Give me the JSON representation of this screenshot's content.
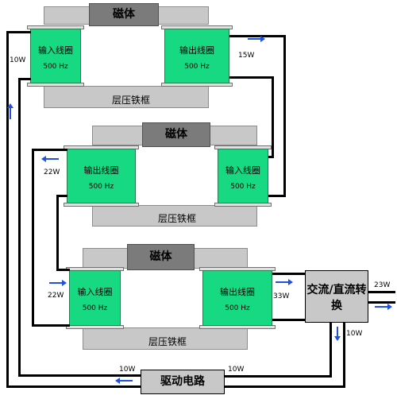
{
  "magnet_label": "磁体",
  "frame_label": "层压铁框",
  "coils": {
    "input_name": "输入线圈",
    "output_name": "输出线圈",
    "freq": "500 Hz"
  },
  "converter_label": "交流/直流转换",
  "driver_label": "驱动电路",
  "power": {
    "w10_left": "10W",
    "w15": "15W",
    "w22_mid": "22W",
    "w22_bottom": "22W",
    "w33": "33W",
    "w23": "23W",
    "w10_converter": "10W",
    "w10_driver_left": "10W",
    "w10_driver_right": "10W"
  },
  "colors": {
    "coil": "#17d982",
    "frame": "#c8c8c8",
    "magnet": "#7b7b7b",
    "wire": "#000000",
    "arrow": "#2050e0"
  }
}
